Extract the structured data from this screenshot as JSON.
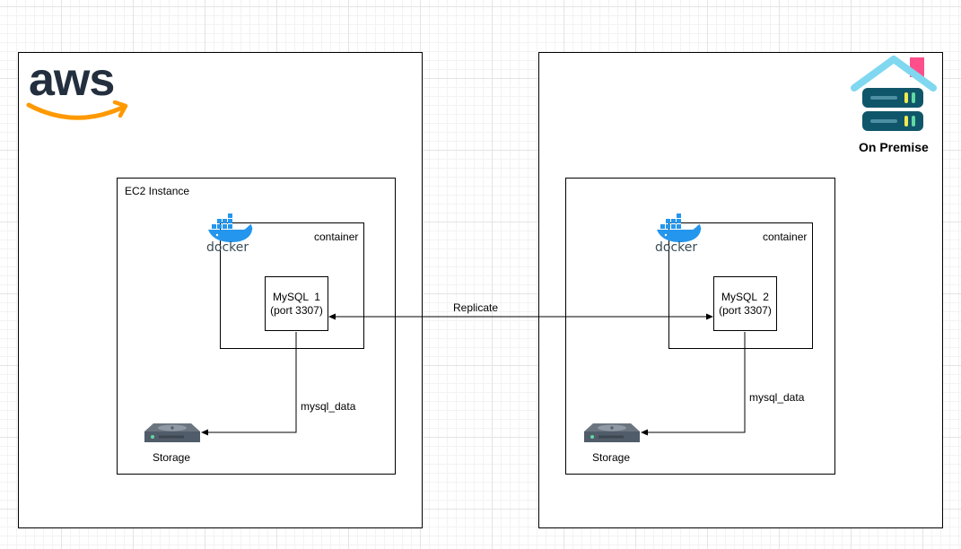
{
  "aws": {
    "logo_text": "aws",
    "ec2_label": "EC2 Instance",
    "container_label": "container",
    "mysql_name": "MySQL  1",
    "mysql_port": "(port 3307)",
    "volume_label": "mysql_data",
    "storage_label": "Storage"
  },
  "onprem": {
    "title": "On Premise",
    "container_label": "container",
    "mysql_name": "MySQL  2",
    "mysql_port": "(port 3307)",
    "volume_label": "mysql_data",
    "storage_label": "Storage"
  },
  "link": {
    "replicate_label": "Replicate"
  },
  "icons": {
    "aws_logo": "aws-logo-icon",
    "docker": "docker-icon",
    "storage": "storage-drive-icon",
    "onprem": "on-premise-server-icon"
  },
  "colors": {
    "aws_text": "#232f3e",
    "aws_smile": "#ff9900",
    "docker_blue": "#2496ed",
    "docker_text": "#394d54",
    "server_dark": "#10566a",
    "roof_blue": "#7fd8f0",
    "chimney_pink": "#ff4f8b",
    "led_green": "#62d9a3",
    "led_yellow": "#f2e94e",
    "storage_gray": "#505c69"
  }
}
